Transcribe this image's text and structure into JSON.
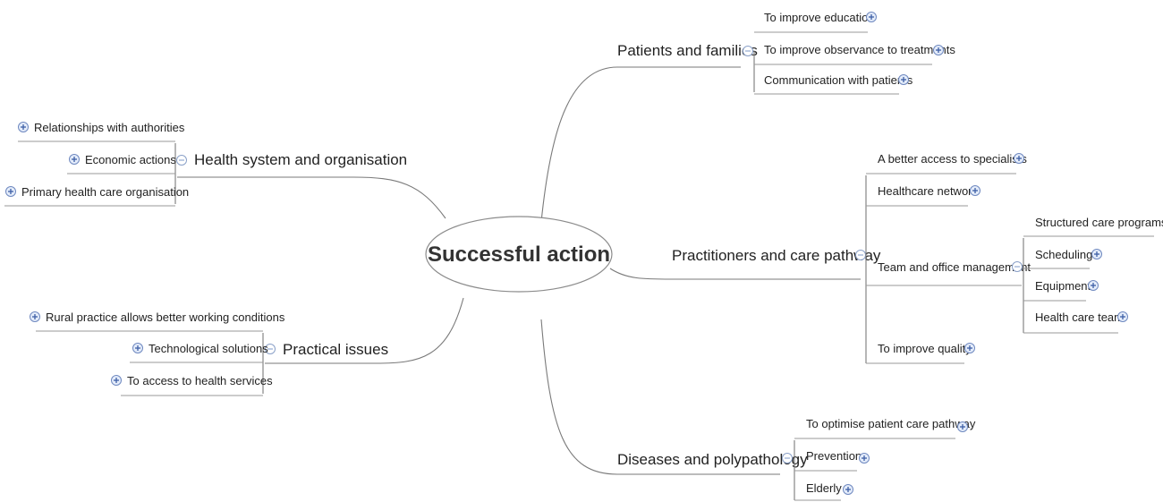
{
  "center": {
    "label": "Successful action"
  },
  "branches": {
    "patients_families": {
      "label": "Patients and families",
      "children": [
        "To improve education",
        "To improve observance to treatments",
        "Communication with patients"
      ]
    },
    "health_system": {
      "label": "Health system and organisation",
      "children": [
        "Relationships with authorities",
        "Economic actions",
        "Primary health care organisation"
      ]
    },
    "practitioners": {
      "label": "Practitioners and care pathway",
      "children": [
        "A better access to specialists",
        "Healthcare network",
        "Team and office management",
        "To improve quality"
      ],
      "team_children": [
        "Structured care programs",
        "Scheduling",
        "Equipment",
        "Health care team"
      ]
    },
    "practical": {
      "label": "Practical issues",
      "children": [
        "Rural practice allows better working conditions",
        "Technological solutions",
        "To access to health services"
      ]
    },
    "diseases": {
      "label": "Diseases and polypathology",
      "children": [
        "To optimise patient care pathway",
        "Prevention",
        "Elderly"
      ]
    }
  }
}
